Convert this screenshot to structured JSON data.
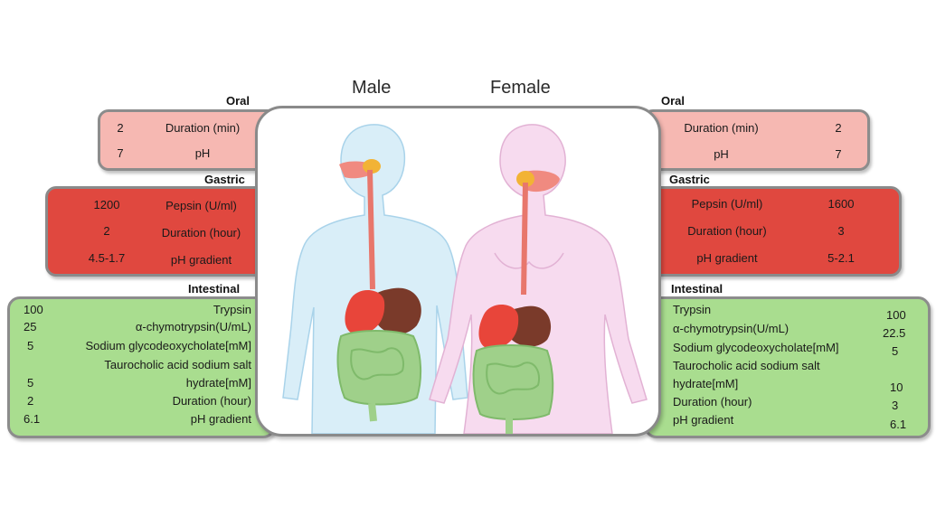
{
  "headers": {
    "male": "Male",
    "female": "Female"
  },
  "sections": {
    "oral": "Oral",
    "gastric": "Gastric",
    "intestinal": "Intestinal"
  },
  "male": {
    "oral": [
      {
        "value": "2",
        "param": "Duration (min)"
      },
      {
        "value": "7",
        "param": "pH"
      }
    ],
    "gastric": [
      {
        "value": "1200",
        "param": "Pepsin (U/ml)"
      },
      {
        "value": "2",
        "param": "Duration (hour)"
      },
      {
        "value": "4.5-1.7",
        "param": "pH gradient"
      }
    ],
    "intestinal": [
      {
        "value": "100",
        "param": "Trypsin"
      },
      {
        "value": "25",
        "param": "α-chymotrypsin(U/mL)"
      },
      {
        "value": "5",
        "param": "Sodium glycodeoxycholate[mM]"
      },
      {
        "value": "",
        "param": "Taurocholic acid sodium salt"
      },
      {
        "value": "5",
        "param": "hydrate[mM]"
      },
      {
        "value": "2",
        "param": "Duration (hour)"
      },
      {
        "value": "6.1",
        "param": "pH gradient"
      }
    ]
  },
  "female": {
    "oral": [
      {
        "param": "Duration (min)",
        "value": "2"
      },
      {
        "param": "pH",
        "value": "7"
      }
    ],
    "gastric": [
      {
        "param": "Pepsin (U/ml)",
        "value": "1600"
      },
      {
        "param": "Duration (hour)",
        "value": "3"
      },
      {
        "param": "pH gradient",
        "value": "5-2.1"
      }
    ],
    "intestinal": [
      {
        "param": "Trypsin",
        "value": "100"
      },
      {
        "param": "α-chymotrypsin(U/mL)",
        "value": "22.5"
      },
      {
        "param": "Sodium glycodeoxycholate[mM]",
        "value": "5"
      },
      {
        "param": "Taurocholic acid sodium salt",
        "value": ""
      },
      {
        "param": "hydrate[mM]",
        "value": "10"
      },
      {
        "param": "Duration (hour)",
        "value": "3"
      },
      {
        "param": "pH gradient",
        "value": "6.1"
      }
    ]
  },
  "colors": {
    "oral": "#f6b8b2",
    "gastric": "#e0483f",
    "intestinal": "#a9dd8f",
    "male_body": "#d9eef8",
    "female_body": "#f7dbef",
    "stomach": "#e8453a",
    "liver": "#7a3a2a",
    "intestine": "#9fd08a",
    "esophagus": "#e8776c"
  }
}
